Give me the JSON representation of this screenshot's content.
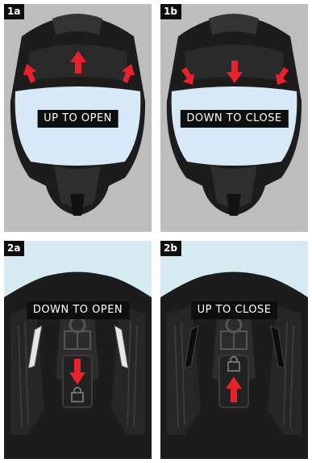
{
  "panels": {
    "p1a": {
      "tag": "1a",
      "caption": "UP TO OPEN"
    },
    "p1b": {
      "tag": "1b",
      "caption": "DOWN TO CLOSE"
    },
    "p2a": {
      "tag": "2a",
      "caption": "DOWN TO OPEN"
    },
    "p2b": {
      "tag": "2b",
      "caption": "UP TO CLOSE"
    }
  },
  "colors": {
    "panel_gray": "#bdbdbd",
    "sky_blue": "#d6eaf2",
    "helmet_black": "#1c1c1c",
    "visor_blue": "#d7e9f6",
    "arrow_red": "#e8222a"
  },
  "icons": [
    "arrow-up-icon",
    "arrow-down-icon",
    "lock-icon"
  ]
}
